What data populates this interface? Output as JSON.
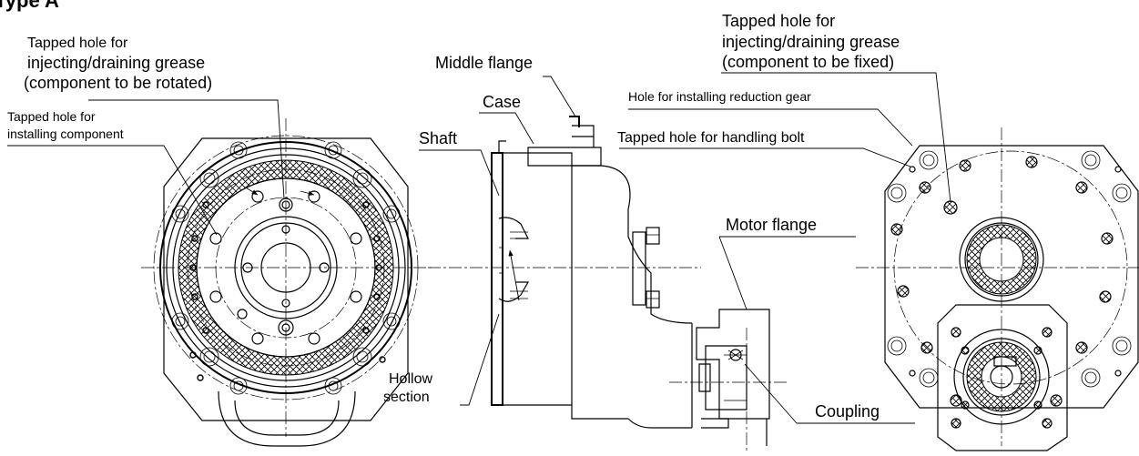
{
  "title": "Type A",
  "labels": {
    "tapped_hole_grease_rotated": [
      "Tapped hole for",
      "injecting/draining grease",
      "(component to be rotated)"
    ],
    "tapped_hole_installing_component": [
      "Tapped hole for",
      "installing component"
    ],
    "middle_flange": "Middle flange",
    "case": "Case",
    "shaft": "Shaft",
    "motor_flange": "Motor flange",
    "hollow_section": [
      "Hollow",
      "section"
    ],
    "coupling": "Coupling",
    "tapped_hole_grease_fixed": [
      "Tapped hole for",
      "injecting/draining grease",
      "(component to be fixed)"
    ],
    "hole_reduction_gear": "Hole for installing reduction gear",
    "tapped_hole_handling_bolt": "Tapped hole for handling bolt"
  }
}
